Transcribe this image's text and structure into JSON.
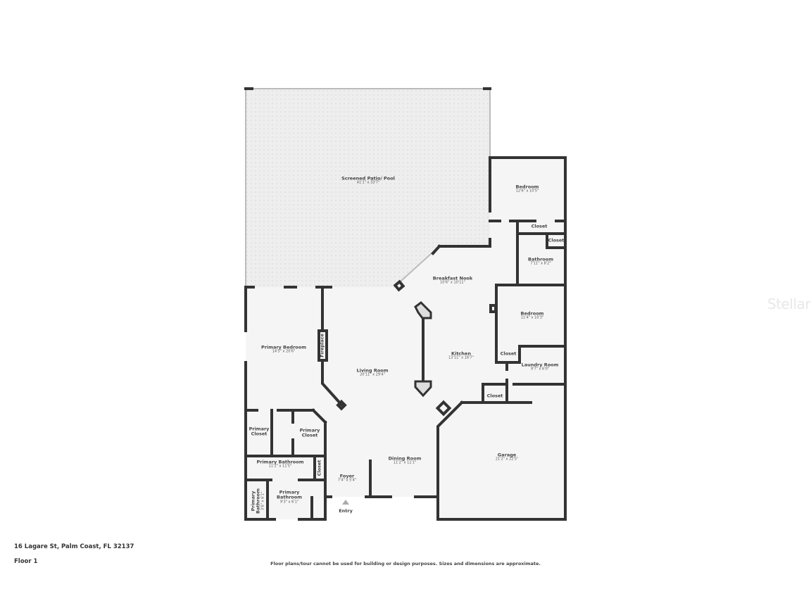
{
  "address": "16 Lagare St, Palm Coast, FL 32137",
  "floor": "Floor 1",
  "disclaimer": "Floor plans/tour cannot be used for building or design purposes. Sizes and dimensions are approximate.",
  "watermark": "StellarMLS",
  "entry_label": "Entry",
  "colors": {
    "wall": "#333333",
    "floor": "#f5f5f5",
    "patio": "#ececec",
    "window": "#c8c8c8"
  },
  "rooms": [
    {
      "name": "Screened Patio/ Pool",
      "dims": "41'1\" x 33'7\""
    },
    {
      "name": "Bedroom",
      "dims": "12'6\" x 10'5\""
    },
    {
      "name": "Closet",
      "dims": ""
    },
    {
      "name": "Closet",
      "dims": ""
    },
    {
      "name": "Bathroom",
      "dims": "7'11\" x 8'2\""
    },
    {
      "name": "Breakfast Nook",
      "dims": "10'6\" x 10'11\""
    },
    {
      "name": "Bedroom",
      "dims": "11'4\" x 10'3\""
    },
    {
      "name": "Kitchen",
      "dims": "13'11\" x 16'7\""
    },
    {
      "name": "Closet",
      "dims": ""
    },
    {
      "name": "Laundry Room",
      "dims": "9'7\" x 6'0\""
    },
    {
      "name": "Closet",
      "dims": ""
    },
    {
      "name": "Garage",
      "dims": "21'2\" x 22'5\""
    },
    {
      "name": "Primary Bedroom",
      "dims": "14'5\" x 20'6\""
    },
    {
      "name": "Fireplace",
      "dims": ""
    },
    {
      "name": "Living Room",
      "dims": "20'11\" x 29'4\""
    },
    {
      "name": "Primary Closet",
      "dims": ""
    },
    {
      "name": "Primary Closet",
      "dims": ""
    },
    {
      "name": "Primary Bathroom",
      "dims": "11'2\" x 11'5\""
    },
    {
      "name": "Closet",
      "dims": ""
    },
    {
      "name": "Dining Room",
      "dims": "11'2\" x 11'1\""
    },
    {
      "name": "Foyer",
      "dims": "7'4\" x 5'4\""
    },
    {
      "name": "Primary Bathroom",
      "dims": "9'3\" x 6'1\""
    },
    {
      "name": "Primary Bathroom",
      "dims": "3'6\" x 6'1\""
    }
  ]
}
